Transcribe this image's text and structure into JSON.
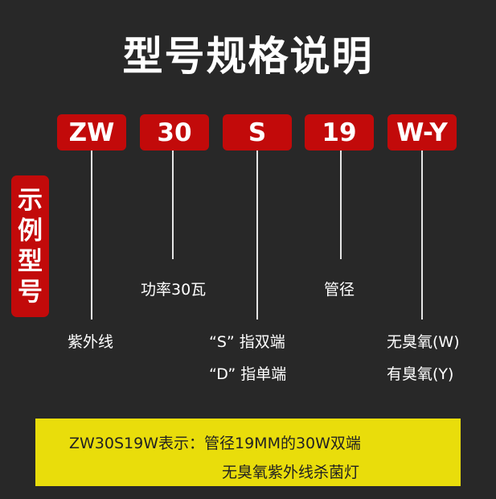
{
  "title": "型号规格说明",
  "side_badge": [
    "示",
    "例",
    "型",
    "号"
  ],
  "codes": [
    {
      "text": "ZW",
      "meaning": [
        "紫外线"
      ]
    },
    {
      "text": "30",
      "meaning": [
        "功率30瓦"
      ]
    },
    {
      "text": "S",
      "meaning": [
        "“S” 指双端",
        "“D” 指单端"
      ]
    },
    {
      "text": "19",
      "meaning": [
        "管径"
      ]
    },
    {
      "text": "W-Y",
      "meaning": [
        "无臭氧(W)",
        "有臭氧(Y)"
      ]
    }
  ],
  "note": {
    "line1": "ZW30S19W表示：管径19MM的30W双端",
    "line2": "无臭氧紫外线杀菌灯"
  },
  "colors": {
    "background": "#282828",
    "accent_red": "#c20a0a",
    "note_yellow": "#e9dd0b"
  }
}
